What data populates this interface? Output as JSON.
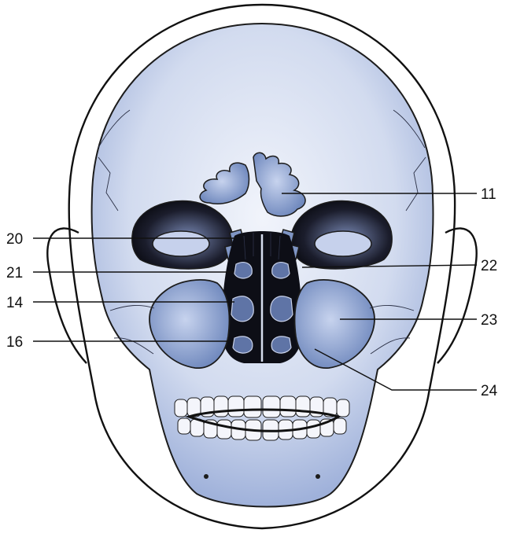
{
  "figure": {
    "labels": {
      "l11": "11",
      "l20": "20",
      "l21": "21",
      "l22": "22",
      "l14": "14",
      "l23": "23",
      "l16": "16",
      "l24": "24"
    },
    "colors": {
      "bone_light": "#e9edf8",
      "bone_mid": "#b9c6e4",
      "sinus_blue": "#7f95c4",
      "cavity_dark": "#0d0e16",
      "line": "#111111"
    }
  }
}
